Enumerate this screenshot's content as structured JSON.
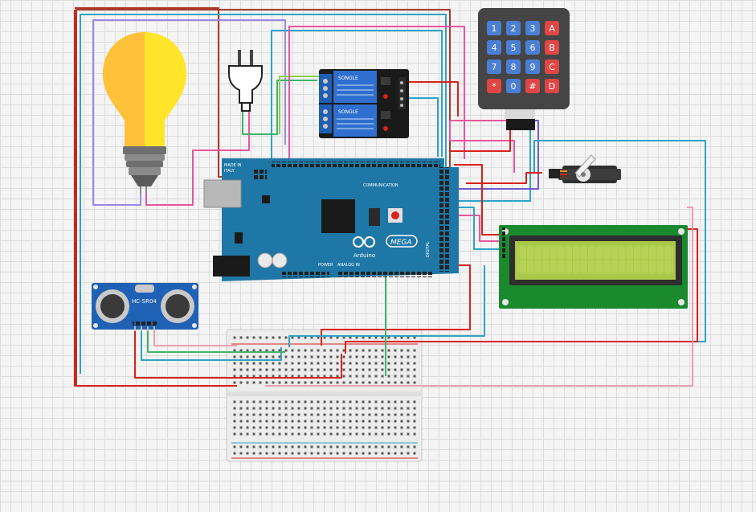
{
  "arduino": {
    "model_label": "MEGA",
    "brand_label": "Arduino",
    "made_in_line1": "MADE IN",
    "made_in_line2": "ITALY",
    "communication_label": "COMMUNICATION",
    "power_label": "POWER",
    "analog_label": "ANALOG IN",
    "digital_label": "DIGITAL"
  },
  "sensor": {
    "model_label": "HC-SR04"
  },
  "relay": {
    "brand_label": "SONGLE"
  },
  "keypad": {
    "keys": [
      "1",
      "2",
      "3",
      "A",
      "4",
      "5",
      "6",
      "B",
      "7",
      "8",
      "9",
      "C",
      "*",
      "0",
      "#",
      "D"
    ],
    "colors": {
      "digit": "#4a7fd4",
      "letter": "#e04646",
      "body": "#454545"
    }
  },
  "colors": {
    "board": "#1e77a6",
    "lcd_pcb": "#1b8a2f",
    "lcd_screen": "#a9c84a",
    "bulb_left": "#ffc13a",
    "bulb_right": "#ffe52a",
    "wire_red": "#d9221c",
    "wire_teal": "#2ea3c6",
    "wire_pink": "#e8559b",
    "wire_green": "#3fb36a",
    "wire_brown": "#a9392a",
    "wire_purple": "#9b87e8"
  }
}
